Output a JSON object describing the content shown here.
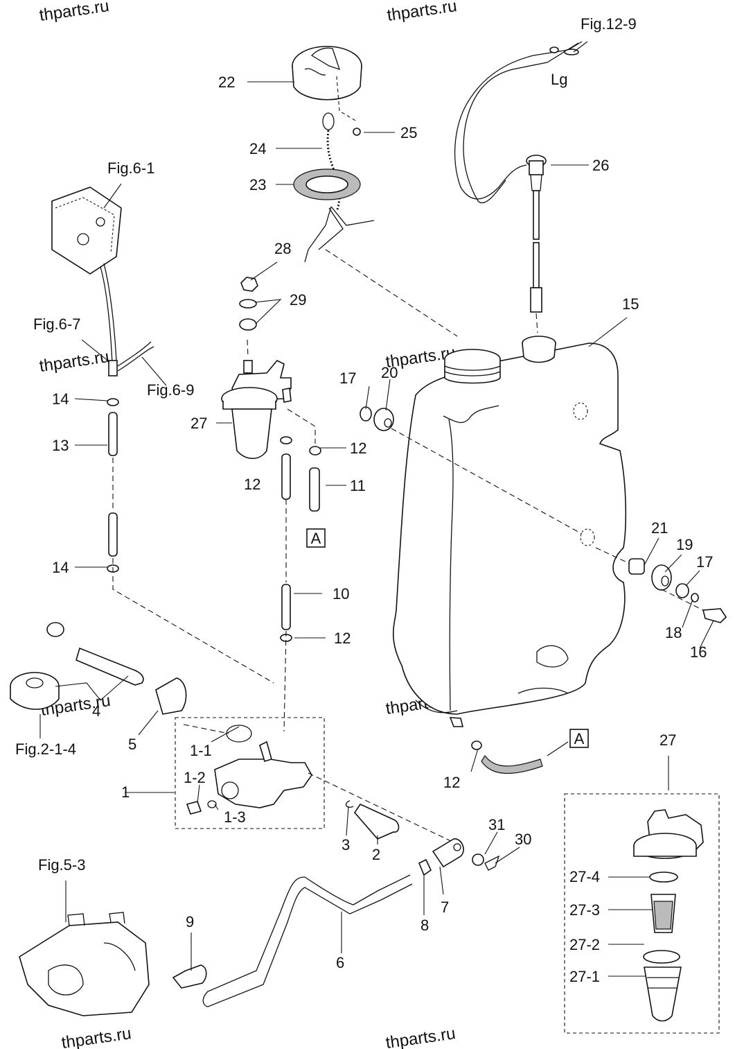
{
  "figure_refs": {
    "fig_12_9": "Fig.12-9",
    "fig_6_1": "Fig.6-1",
    "fig_6_7": "Fig.6-7",
    "fig_6_9": "Fig.6-9",
    "fig_2_1_4": "Fig.2-1-4",
    "fig_5_3": "Fig.5-3"
  },
  "wire_color": "Lg",
  "ref_box": "A",
  "watermark": "thparts.ru",
  "callouts": {
    "c1": "1",
    "c1_1": "1-1",
    "c1_2": "1-2",
    "c1_3": "1-3",
    "c2": "2",
    "c3": "3",
    "c4": "4",
    "c5": "5",
    "c6": "6",
    "c7": "7",
    "c8": "8",
    "c9": "9",
    "c10": "10",
    "c11": "11",
    "c12": "12",
    "c13": "13",
    "c14": "14",
    "c15": "15",
    "c16": "16",
    "c17": "17",
    "c18": "18",
    "c19": "19",
    "c20": "20",
    "c21": "21",
    "c22": "22",
    "c23": "23",
    "c24": "24",
    "c25": "25",
    "c26": "26",
    "c27": "27",
    "c27_1": "27-1",
    "c27_2": "27-2",
    "c27_3": "27-3",
    "c27_4": "27-4",
    "c28": "28",
    "c29": "29",
    "c30": "30",
    "c31": "31"
  }
}
